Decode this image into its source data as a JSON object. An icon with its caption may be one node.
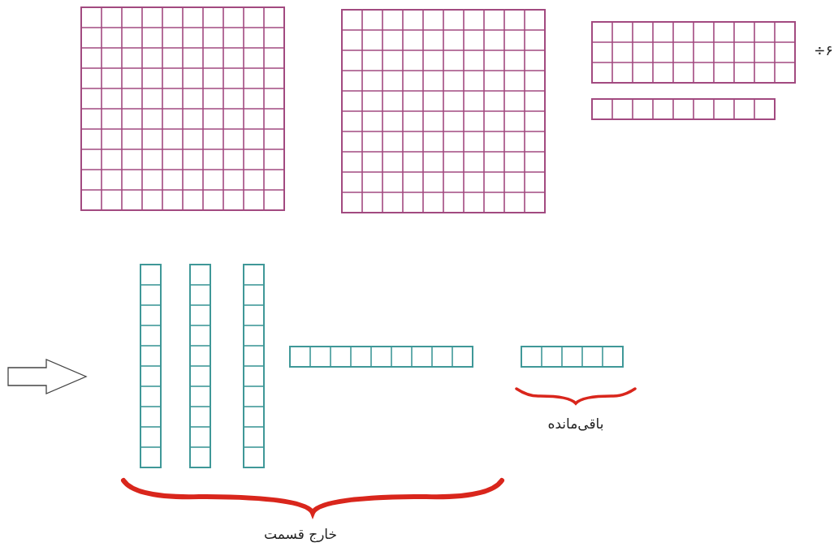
{
  "diagram": {
    "labels": [
      "÷۶",
      "باقی‌مانده",
      "خارج قسمت"
    ]
  }
}
